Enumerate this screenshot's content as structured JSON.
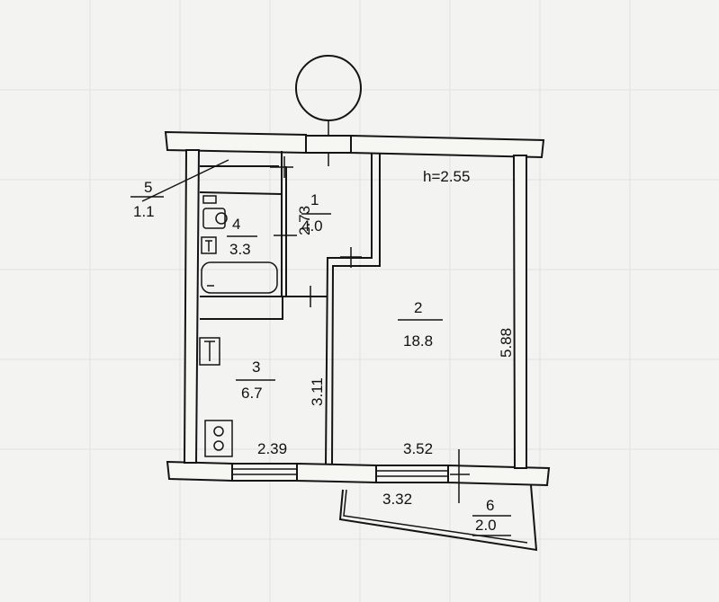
{
  "ceiling_height": "h=2.55",
  "rooms": [
    {
      "number": "1",
      "area": "4.0"
    },
    {
      "number": "2",
      "area": "18.8"
    },
    {
      "number": "3",
      "area": "6.7"
    },
    {
      "number": "4",
      "area": "3.3"
    },
    {
      "number": "5",
      "area": "1.1"
    },
    {
      "number": "6",
      "area": "2.0"
    }
  ],
  "dimensions": [
    "2.73",
    "5.88",
    "3.11",
    "2.39",
    "3.52",
    "3.32"
  ],
  "colors": {
    "line": "#141414",
    "paper": "#f3f4f1",
    "grid": "#dfe2dc"
  }
}
